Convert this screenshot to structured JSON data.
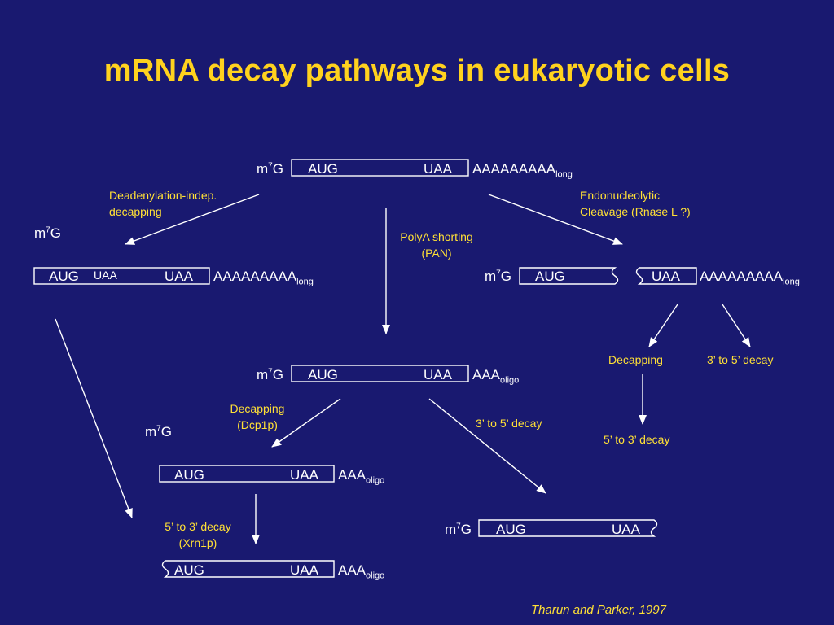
{
  "title": "mRNA decay pathways in eukaryotic cells",
  "labels": {
    "cap": "m",
    "cap_sup": "7",
    "cap_g": "G",
    "aug": "AUG",
    "uaa": "UAA",
    "polyA_long": "AAAAAAAAA",
    "long_sub": "long",
    "polyA_oligo": "AAA",
    "oligo_sub": "oligo"
  },
  "pathways": {
    "deadenylation_indep": "Deadenylation-indep.",
    "decapping_word": "decapping",
    "endo_1": "Endonucleolytic",
    "endo_2": "Cleavage (Rnase L ?)",
    "polya_1": "PolyA shorting",
    "polya_2": "(PAN)",
    "decapping_dcp_1": "Decapping",
    "decapping_dcp_2": "(Dcp1p)",
    "three_to_five_decay": "3’ to 5’ decay",
    "five_to_three_xrn_1": "5’ to 3’ decay",
    "five_to_three_xrn_2": "(Xrn1p)",
    "decapping": "Decapping",
    "three_to_five_right": "3’ to 5’ decay",
    "five_to_three": "5’ to 3’ decay"
  },
  "citation": "Tharun and Parker, 1997",
  "colors": {
    "background": "#191970",
    "title": "#ffd21e",
    "label": "#ffe036",
    "line": "#ffffff"
  }
}
